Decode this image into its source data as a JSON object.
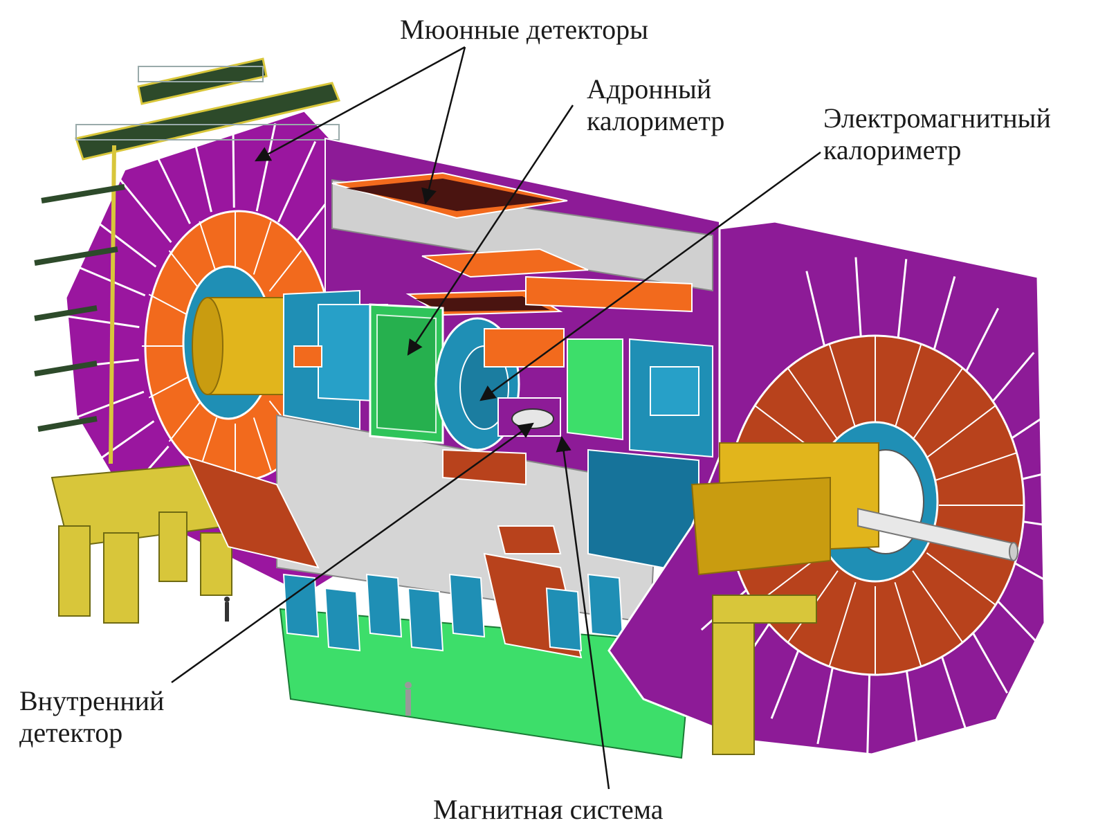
{
  "labels": {
    "muon": "Мюонные детекторы",
    "hadron_line1": "Адронный",
    "hadron_line2": "калориметр",
    "em_line1": "Электромагнитный",
    "em_line2": "калориметр",
    "inner_line1": "Внутренний",
    "inner_line2": "детектор",
    "magnet": "Магнитная система"
  },
  "colors": {
    "muon_wheel": "#9a169f",
    "muon_wheel_dark": "#7c1185",
    "endcap_orange": "#f26a1d",
    "endcap_rust": "#b8421c",
    "calorimeter_teal": "#1f8fb5",
    "hadron_green": "#2fc45a",
    "support_yellow": "#d8c63a",
    "barrel_grey": "#c9c9c9",
    "floor_green": "#3dde6a",
    "cryostat_gold": "#e1b51c",
    "text": "#1a1a1a"
  }
}
